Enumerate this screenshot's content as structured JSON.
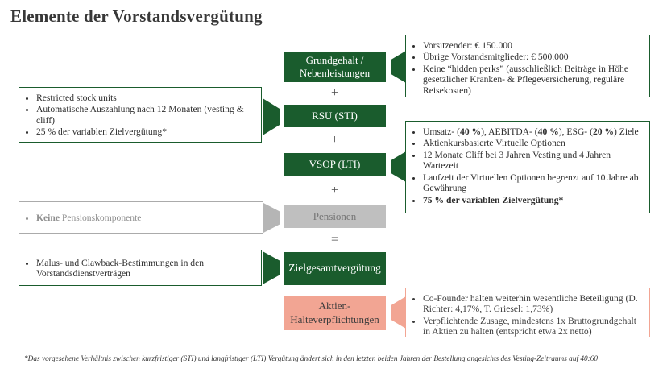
{
  "title": "Elemente der Vorstandsvergütung",
  "colors": {
    "green": "#1a5c2d",
    "gray_box": "#bfbfbf",
    "gray_border": "#ababab",
    "salmon": "#f2a593",
    "text": "#2e2e2e"
  },
  "center": {
    "grundgehalt": "Grundgehalt /\nNebenleistungen",
    "plus": "+",
    "rsu": "RSU (STI)",
    "vsop": "VSOP (LTI)",
    "pensionen": "Pensionen",
    "equals": "=",
    "zielgesamt": "Zielgesamtvergütung",
    "aktien": "Aktien-\nHalteverpflichtungen"
  },
  "callouts": {
    "left_rsu": {
      "bullets": [
        [
          {
            "t": "Restricted stock units"
          }
        ],
        [
          {
            "t": "Automatische Auszahlung nach 12 Monaten (vesting & cliff)"
          }
        ],
        [
          {
            "t": "25 % der variablen Zielvergütung*"
          }
        ]
      ]
    },
    "left_pension": {
      "bullets": [
        [
          {
            "t": "Keine ",
            "b": true
          },
          {
            "t": "Pensionskomponente"
          }
        ]
      ]
    },
    "left_malus": {
      "bullets": [
        [
          {
            "t": "Malus- und Clawback-Bestimmungen in den Vorstandsdienstverträgen"
          }
        ]
      ]
    },
    "right_grundgehalt": {
      "bullets": [
        [
          {
            "t": "Vorsitzender: € 150.000"
          }
        ],
        [
          {
            "t": "Übrige Vorstandsmitglieder: € 500.000"
          }
        ],
        [
          {
            "t": "Keine “hidden perks” (ausschließlich Beiträge in Höhe gesetzlicher Kranken- & Pflegeversicherung, reguläre Reisekosten)"
          }
        ]
      ]
    },
    "right_vsop": {
      "bullets": [
        [
          {
            "t": "Umsatz- ("
          },
          {
            "t": "40 %",
            "b": true
          },
          {
            "t": "), AEBITDA- ("
          },
          {
            "t": "40 %",
            "b": true
          },
          {
            "t": "), ESG- ("
          },
          {
            "t": "20 %",
            "b": true
          },
          {
            "t": ") Ziele"
          }
        ],
        [
          {
            "t": "Aktienkursbasierte Virtuelle Optionen"
          }
        ],
        [
          {
            "t": "12 Monate Cliff bei 3 Jahren Vesting und 4 Jahren Wartezeit"
          }
        ],
        [
          {
            "t": "Laufzeit der Virtuellen Optionen begrenzt auf 10 Jahre ab Gewährung"
          }
        ],
        [
          {
            "t": "75 % der variablen Zielvergütung*",
            "b": true
          }
        ]
      ]
    },
    "right_aktien": {
      "bullets": [
        [
          {
            "t": "Co-Founder halten weiterhin wesentliche Beteiligung (D. Richter: 4,17%, T. Griesel: 1,73%)"
          }
        ],
        [
          {
            "t": "Verpflichtende Zusage, mindestens 1x Bruttogrundgehalt in Aktien zu halten (entspricht etwa 2x netto)"
          }
        ]
      ]
    }
  },
  "footnote": "*Das vorgesehene Verhältnis zwischen kurzfristiger (STI) und langfristiger (LTI) Vergütung ändert sich in den letzten beiden Jahren der Bestellung angesichts des Vesting-Zeitraums auf 40:60"
}
